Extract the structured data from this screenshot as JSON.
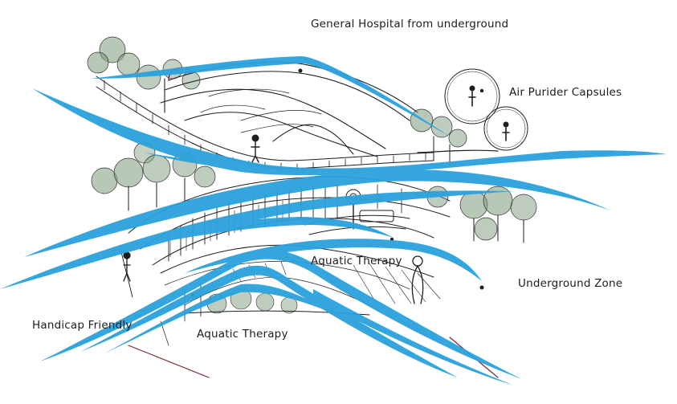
{
  "labels": {
    "general_hospital": "General Hospital from underground",
    "air_purifier": "Air Purider Capsules",
    "aquatic_therapy_upper": "Aquatic Therapy",
    "underground_zone": "Underground Zone",
    "handicap_friendly": "Handicap Friendly",
    "aquatic_therapy_lower": "Aquatic Therapy"
  },
  "colors": {
    "stroke_blue": "#2aa2dc",
    "ink": "#1e1e1e",
    "foliage": "#7e9a7c",
    "accent_red": "#7a2830"
  }
}
